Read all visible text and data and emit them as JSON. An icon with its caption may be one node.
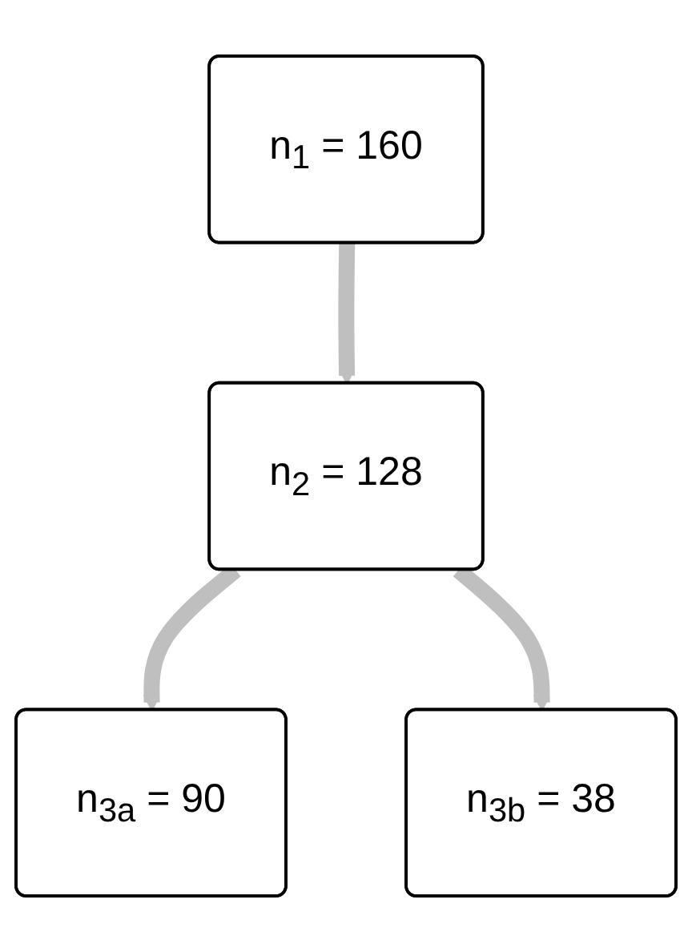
{
  "diagram": {
    "nodes": [
      {
        "text": [
          "n$_{1}$ = 160"
        ]
      },
      {
        "text": [
          "n$_{2}$ = 128"
        ]
      },
      {
        "text": [
          "n$_{3a}$ = 90"
        ]
      },
      {
        "text": [
          "n$_{3b}$ = 38"
        ]
      }
    ],
    "edges": [
      {
        "from": 0,
        "to": 1,
        "arrow": "to"
      },
      {
        "from": 1,
        "to": 2,
        "arrow": "to"
      },
      {
        "from": 1,
        "to": 3,
        "arrow": "to"
      }
    ]
  }
}
